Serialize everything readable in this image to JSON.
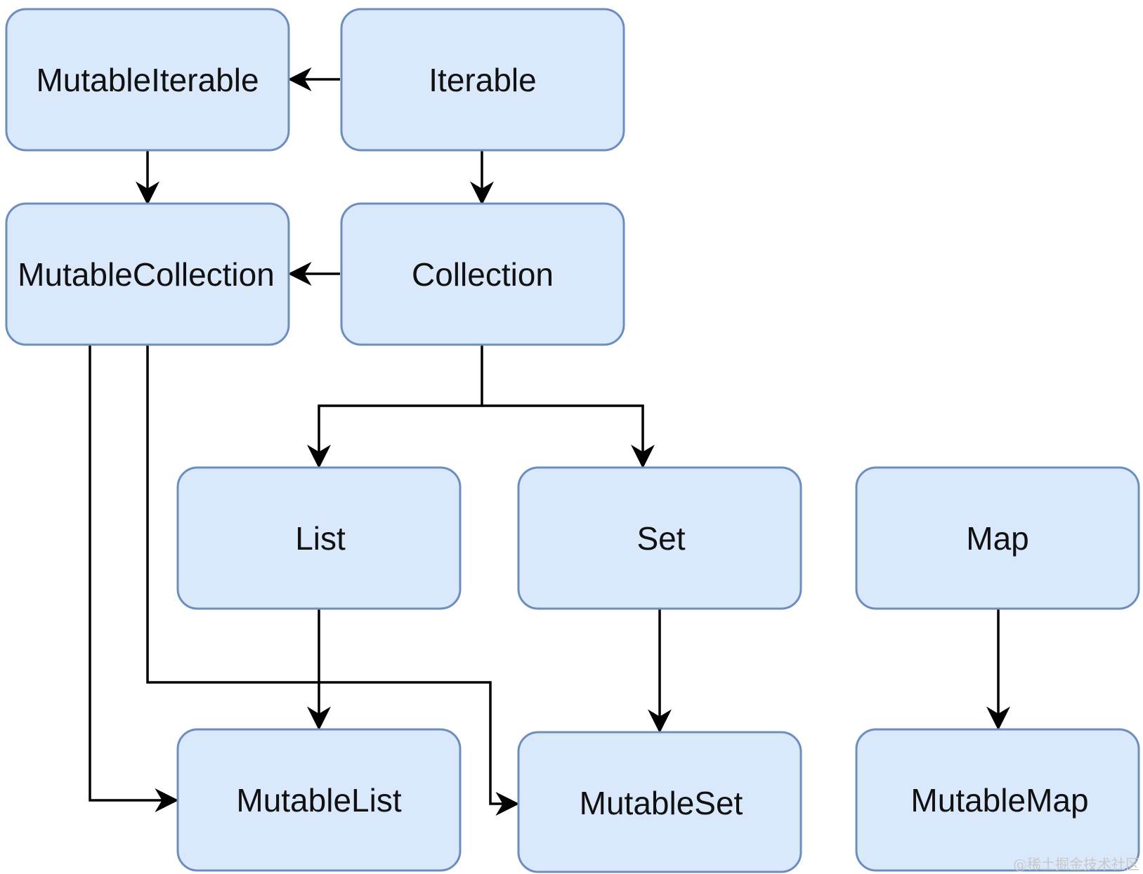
{
  "nodes": {
    "mutable_iterable": "MutableIterable",
    "iterable": "Iterable",
    "mutable_collection": "MutableCollection",
    "collection": "Collection",
    "list": "List",
    "set": "Set",
    "map": "Map",
    "mutable_list": "MutableList",
    "mutable_set": "MutableSet",
    "mutable_map": "MutableMap"
  },
  "edges": [
    {
      "from": "iterable",
      "to": "mutable_iterable"
    },
    {
      "from": "mutable_iterable",
      "to": "mutable_collection"
    },
    {
      "from": "iterable",
      "to": "collection"
    },
    {
      "from": "collection",
      "to": "mutable_collection"
    },
    {
      "from": "collection",
      "to": "list"
    },
    {
      "from": "collection",
      "to": "set"
    },
    {
      "from": "mutable_collection",
      "to": "mutable_list"
    },
    {
      "from": "mutable_collection",
      "to": "mutable_set"
    },
    {
      "from": "list",
      "to": "mutable_list"
    },
    {
      "from": "set",
      "to": "mutable_set"
    },
    {
      "from": "map",
      "to": "mutable_map"
    }
  ],
  "watermark": "@稀土掘金技术社区"
}
